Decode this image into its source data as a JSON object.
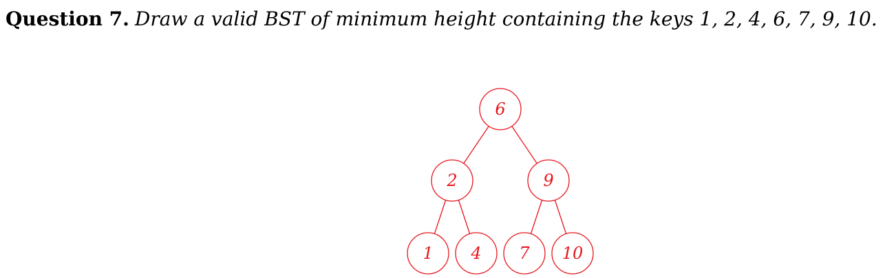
{
  "question": {
    "label": "Question 7.",
    "prompt": "Draw a valid BST of minimum height containing the keys 1, 2, 4, 6, 7, 9, 10."
  },
  "tree": {
    "color": "#e8141c",
    "nodes": [
      {
        "id": "n6",
        "key": "6",
        "parent": null
      },
      {
        "id": "n2",
        "key": "2",
        "parent": "n6"
      },
      {
        "id": "n9",
        "key": "9",
        "parent": "n6"
      },
      {
        "id": "n1",
        "key": "1",
        "parent": "n2"
      },
      {
        "id": "n4",
        "key": "4",
        "parent": "n2"
      },
      {
        "id": "n7",
        "key": "7",
        "parent": "n9"
      },
      {
        "id": "n10",
        "key": "10",
        "parent": "n9"
      }
    ]
  }
}
